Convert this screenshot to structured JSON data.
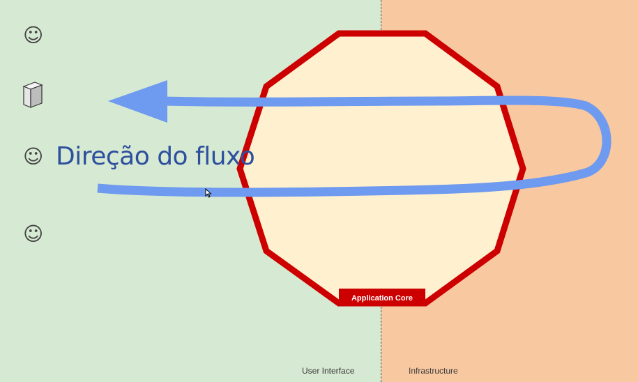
{
  "sections": {
    "left_label": "User Interface",
    "right_label": "Infrastructure"
  },
  "core": {
    "label": "Application Core",
    "fill_color": "#fff0cf",
    "border_color": "#cc0000"
  },
  "flow": {
    "label": "Direção do fluxo",
    "arrow_color": "#6e9af0"
  },
  "actors": [
    {
      "icon": "smiley-icon",
      "glyph": "☺"
    },
    {
      "icon": "server-icon"
    },
    {
      "icon": "smiley-icon",
      "glyph": "☺"
    },
    {
      "icon": "smiley-icon",
      "glyph": "☺"
    }
  ],
  "colors": {
    "left_background": "#d6e9d2",
    "right_background": "#f8c8a0",
    "label_text": "#2d4f9e"
  }
}
